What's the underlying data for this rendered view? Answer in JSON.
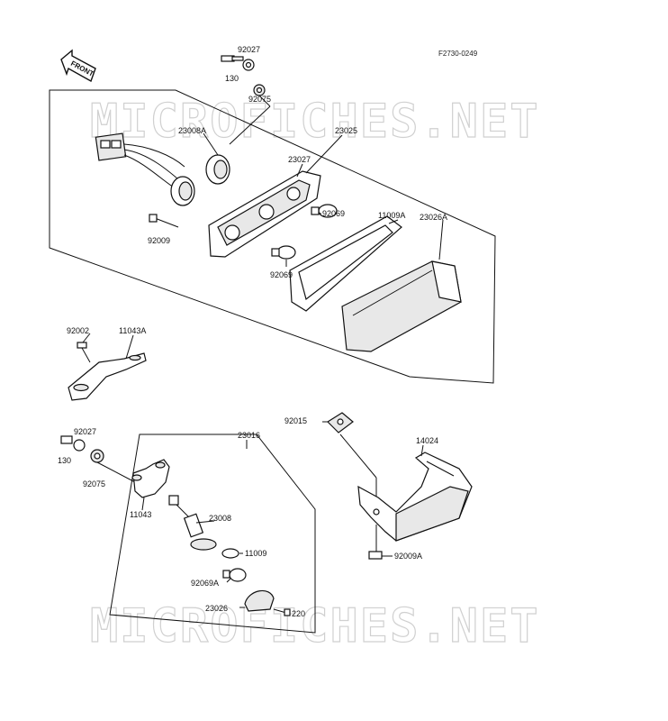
{
  "figure_code": "F2730-0249",
  "front_label": "FRONT",
  "watermark_top": "MICROFICHES.NET",
  "watermark_bottom": "MICROFICHES.NET",
  "parts": {
    "p92027_top": "92027",
    "p130_top": "130",
    "p92075_top": "92075",
    "p23008A": "23008A",
    "p23025": "23025",
    "p23027": "23027",
    "p92069_a": "92069",
    "p11009A": "11009A",
    "p92009": "92009",
    "p23026A": "23026A",
    "p92069_b": "92069",
    "p92002": "92002",
    "p11043A": "11043A",
    "p92015": "92015",
    "p92027_bot": "92027",
    "p130_bot": "130",
    "p92075_bot": "92075",
    "p23016": "23016",
    "p14024": "14024",
    "p11043": "11043",
    "p23008": "23008",
    "p11009": "11009",
    "p92069A": "92069A",
    "p92009A": "92009A",
    "p23026": "23026",
    "p220": "220"
  }
}
